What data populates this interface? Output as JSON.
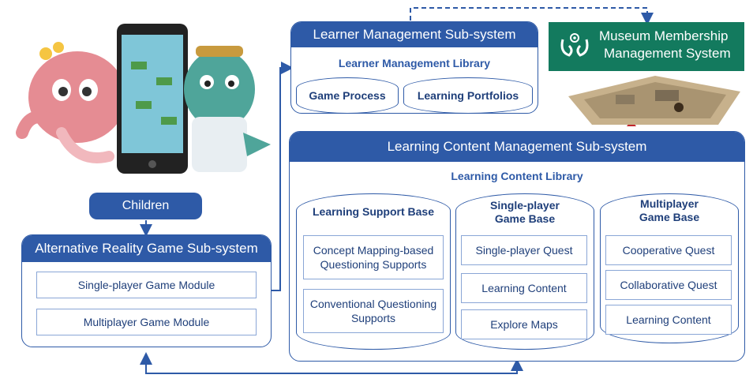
{
  "children_label": "Children",
  "arg_subsystem": {
    "title": "Alternative Reality Game Sub-system",
    "modules": [
      "Single-player Game Module",
      "Multiplayer Game Module"
    ]
  },
  "learner_subsystem": {
    "title": "Learner Management Sub-system",
    "library": "Learner Management Library",
    "items": [
      "Game Process",
      "Learning Portfolios"
    ]
  },
  "museum": {
    "line1": "Museum Membership",
    "line2": "Management System"
  },
  "content_subsystem": {
    "title": "Learning Content Management Sub-system",
    "library": "Learning Content Library",
    "bases": [
      {
        "title": "Learning Support Base",
        "items": [
          "Concept Mapping-based Questioning Supports",
          "Conventional Questioning Supports"
        ]
      },
      {
        "title_line1": "Single-player",
        "title_line2": "Game Base",
        "items": [
          "Single-player Quest",
          "Learning Content",
          "Explore Maps"
        ]
      },
      {
        "title_line1": "Multiplayer",
        "title_line2": "Game Base",
        "items": [
          "Cooperative Quest",
          "Collaborative Quest",
          "Learning Content"
        ]
      }
    ]
  },
  "colors": {
    "primary_blue": "#2e5aa7",
    "light_border": "#8aa6d6",
    "museum_green": "#137a5e"
  }
}
